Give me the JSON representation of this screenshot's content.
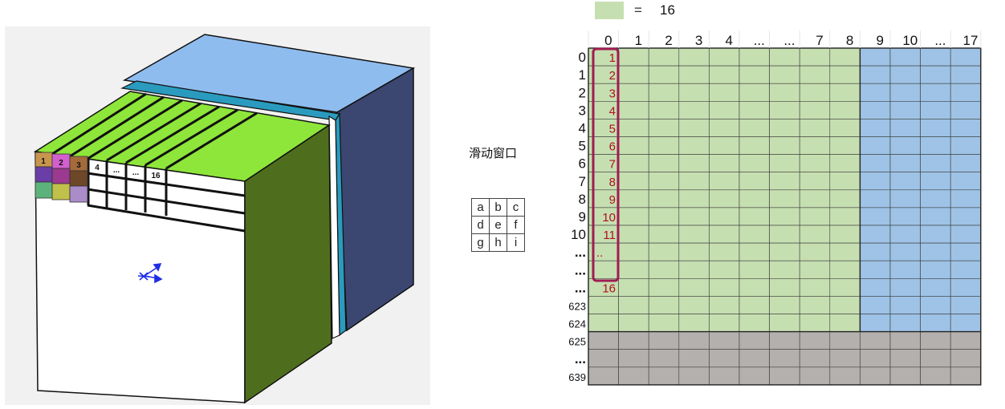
{
  "legend": {
    "equals": "=",
    "value": "16"
  },
  "sliding_window_label": "滑动窗口",
  "kernel": {
    "rows": [
      [
        "a",
        "b",
        "c"
      ],
      [
        "d",
        "e",
        "f"
      ],
      [
        "g",
        "h",
        "i"
      ]
    ]
  },
  "cube": {
    "front_cells": [
      "1",
      "2",
      "3",
      "4",
      "...",
      "...",
      "16"
    ]
  },
  "grid": {
    "column_headers": [
      "0",
      "1",
      "2",
      "3",
      "4",
      "...",
      "...",
      "7",
      "8",
      "9",
      "10",
      "...",
      "17"
    ],
    "row_headers": [
      "0",
      "1",
      "2",
      "3",
      "4",
      "5",
      "6",
      "7",
      "8",
      "9",
      "10",
      "...",
      "...",
      "...",
      "623",
      "624",
      "625",
      "...",
      "639"
    ],
    "window_labels": [
      "1",
      "2",
      "3",
      "4",
      "5",
      "6",
      "7",
      "8",
      "9",
      "10",
      "11",
      "..",
      "",
      "16"
    ]
  },
  "colors": {
    "green_cell": "#c6dfb1",
    "blue_cell": "#9ec3e6",
    "gray_cell": "#b4b0ae",
    "window_border": "#a01c52",
    "window_text": "#b0101c",
    "cube_top_green": "#8ee63a",
    "cube_right_green": "#4e6e1e",
    "cube_slab_cyan": "#2a9bbf",
    "cube_back_top": "#8fbcee",
    "cube_back_side": "#3b4770"
  }
}
